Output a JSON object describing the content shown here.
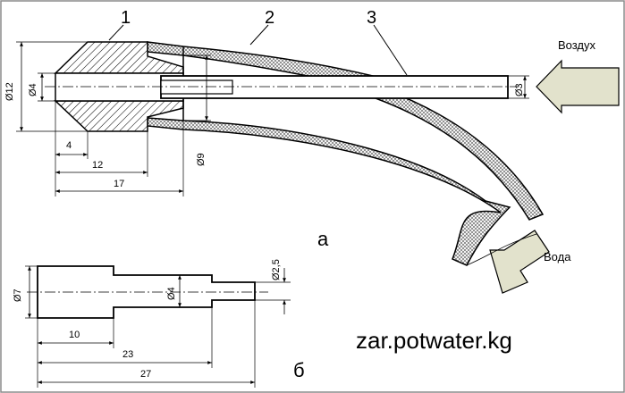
{
  "figure": {
    "part_numbers": [
      "1",
      "2",
      "3"
    ],
    "labels": {
      "air": "Воздух",
      "water": "Вода",
      "view_a": "а",
      "view_b": "б",
      "website": "zar.potwater.kg"
    },
    "dimensions_a": {
      "d12": "Ø12",
      "d4": "Ø4",
      "d3": "Ø3",
      "d9": "Ø9",
      "l4": "4",
      "l12": "12",
      "l17": "17"
    },
    "dimensions_b": {
      "d7": "Ø7",
      "d4": "Ø4",
      "d25": "Ø2,5",
      "l10": "10",
      "l23": "23",
      "l27": "27"
    },
    "colors": {
      "arrow_fill": "#e2e2cc",
      "line": "#000000",
      "frame": "#8a8a8a"
    }
  }
}
